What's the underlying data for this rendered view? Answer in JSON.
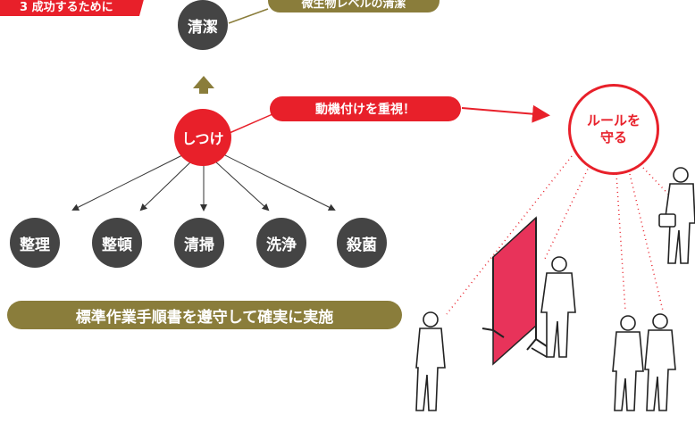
{
  "corner_label": "3 成功するために",
  "top_circle": "清潔",
  "top_banner": "微生物レベルの清潔",
  "center_circle": "しつけ",
  "motivation_banner": "動機付けを重視！",
  "rule_circle_line1": "ルールを",
  "rule_circle_line2": "守る",
  "bottom_items": [
    "整理",
    "整頓",
    "清掃",
    "洗浄",
    "殺菌"
  ],
  "bottom_banner": "標準作業手順書を遵守して確実に実施",
  "colors": {
    "red": "#e8202a",
    "olive": "#8a7d3b",
    "grey": "#444444",
    "board": "#e8335a"
  }
}
